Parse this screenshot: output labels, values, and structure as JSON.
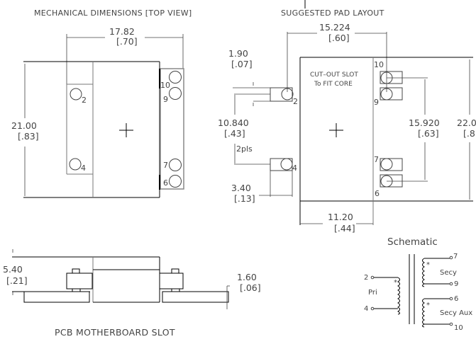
{
  "titles": {
    "top_view": "MECHANICAL  DIMENSIONS  [TOP  VIEW]",
    "pad_layout": "SUGGESTED  PAD  LAYOUT",
    "side_view": "PCB  MOTHERBOARD  SLOT",
    "schematic": "Schematic"
  },
  "top_view": {
    "width_mm": "17.82",
    "width_in": "[.70]",
    "height_mm": "21.00",
    "height_in": "[.83]",
    "pins": [
      "2",
      "4",
      "10",
      "9",
      "7",
      "6"
    ]
  },
  "pad_layout": {
    "span_mm": "15.224",
    "span_in": "[.60]",
    "pad_w_mm": "1.90",
    "pad_w_in": "[.07]",
    "pitch_mm": "10.840",
    "pitch_in": "[.43]",
    "pitch_note": "2pls",
    "pad_len_mm": "3.40",
    "pad_len_in": "[.13]",
    "slot_w_mm": "11.20",
    "slot_w_in": "[.44]",
    "right_pitch_mm": "15.920",
    "right_pitch_in": "[.63]",
    "height_mm": "22.0",
    "height_in": "[.8",
    "cutout_line1": "CUT–OUT  SLOT",
    "cutout_line2": "To  FIT  CORE",
    "pins": [
      "2",
      "4",
      "10",
      "9",
      "7",
      "6"
    ]
  },
  "side_view": {
    "height_mm": "5.40",
    "height_in": "[.21]",
    "pcb_mm": "1.60",
    "pcb_in": "[.06]"
  },
  "schematic": {
    "primary_label": "Pri",
    "secondary_label": "Secy",
    "aux_label": "Secy  Aux",
    "pins": {
      "p2": "2",
      "p4": "4",
      "p7": "7",
      "p9": "9",
      "p6": "6",
      "p10": "10"
    },
    "dot_marker": "*"
  }
}
